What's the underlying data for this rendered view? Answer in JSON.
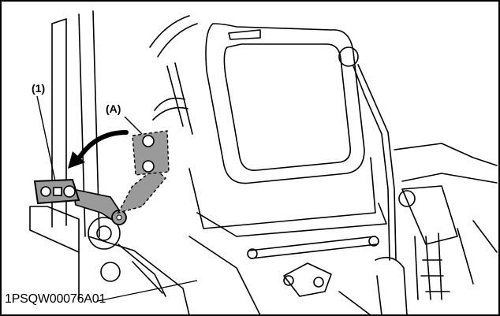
{
  "figure": {
    "callout_1": "(1)",
    "callout_A": "(A)",
    "figure_code": "1PSQW00076A01"
  },
  "colors": {
    "line": "#000000",
    "highlight": "#9a9a9a",
    "background": "#ffffff"
  }
}
